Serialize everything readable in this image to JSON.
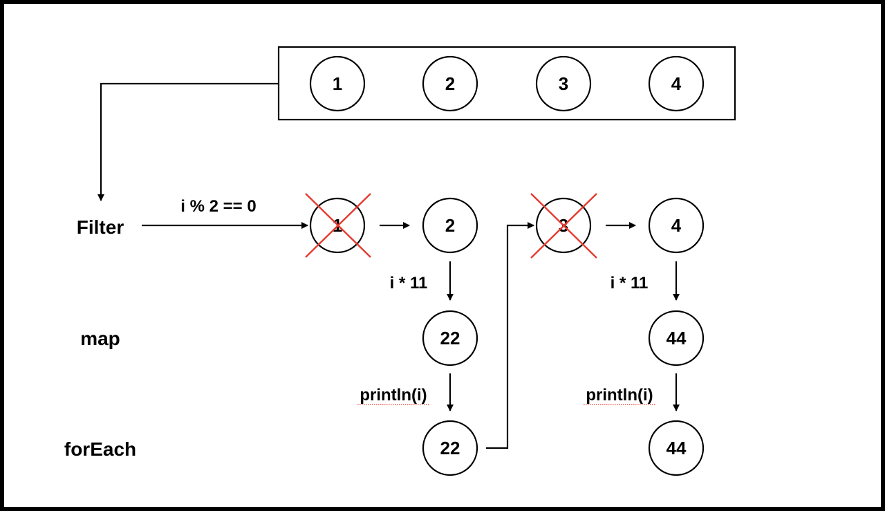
{
  "source": {
    "items": [
      "1",
      "2",
      "3",
      "4"
    ]
  },
  "stages": {
    "filter": "Filter",
    "map": "map",
    "for_each": "forEach"
  },
  "ops": {
    "filter_predicate": "i % 2 == 0",
    "map_fn_1": "i * 11",
    "map_fn_2": "i * 11",
    "for_each_fn_1": "println(i)",
    "for_each_fn_2": "println(i)"
  },
  "filter_row": {
    "items": [
      "1",
      "2",
      "3",
      "4"
    ],
    "rejected": [
      true,
      false,
      true,
      false
    ]
  },
  "map_row": {
    "values": [
      "22",
      "44"
    ]
  },
  "for_each_row": {
    "values": [
      "22",
      "44"
    ]
  },
  "colors": {
    "background": "#ffffff",
    "frame": "#000000",
    "reject_mark": "#e53a2f"
  }
}
